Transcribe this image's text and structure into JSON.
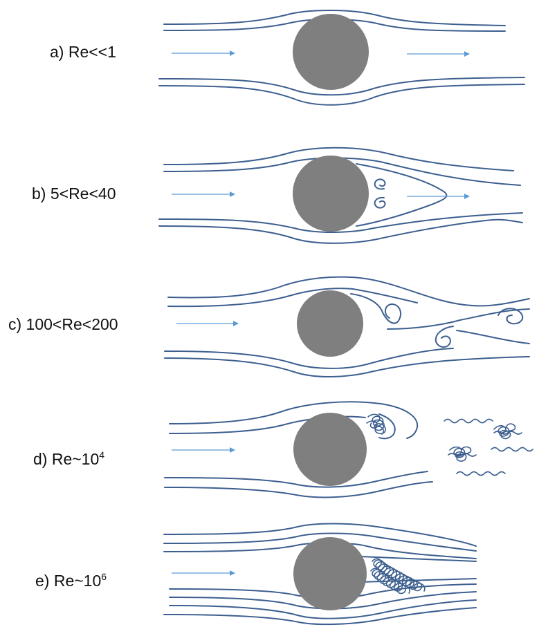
{
  "panels": [
    {
      "id": "a",
      "label": "a) Re<<1",
      "exp": ""
    },
    {
      "id": "b",
      "label": "b) 5<Re<40",
      "exp": ""
    },
    {
      "id": "c",
      "label": "c) 100<Re<200",
      "exp": ""
    },
    {
      "id": "d",
      "label": "d) Re~10",
      "exp": "4"
    },
    {
      "id": "e",
      "label": "e) Re~10",
      "exp": "6"
    }
  ],
  "colors": {
    "streamline": "#3c5f8f",
    "arrow": "#5b9bd5",
    "cylinder": "#7f7f7f"
  }
}
